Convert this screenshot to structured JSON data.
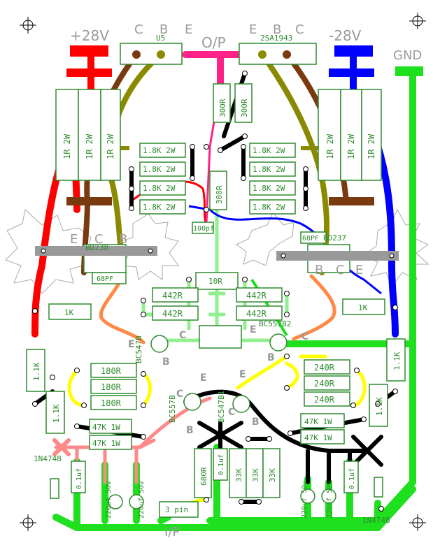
{
  "supply": {
    "pos_label": "+28V",
    "neg_label": "-28V",
    "gnd_label": "GND",
    "output_label": "O/P",
    "input_label": "I/P"
  },
  "transistors": {
    "u5": "U5",
    "u5_pins": [
      "C",
      "B",
      "E"
    ],
    "q_2sa1943": "2SA1943",
    "q_2sa1943_pins": [
      "E",
      "B",
      "C"
    ],
    "bd238": "BD238",
    "bd238_pins": [
      "E",
      "C",
      "B"
    ],
    "bd237": "BD237",
    "bd237_pins": [
      "B",
      "C",
      "E"
    ],
    "bc547b_left": "BC547B",
    "bc557b2": "BC557B2",
    "bc557b": "BC557B",
    "bc547b1": "BC547B1",
    "pin_c": "C",
    "pin_b": "B",
    "pin_e": "E"
  },
  "resistors": {
    "r1r_2w": "1R  2W",
    "r1k8_2w": "1.8K  2W",
    "r300": "300R",
    "r10": "10R",
    "r442": "442R",
    "r1k": "1K",
    "r1k1": "1.1K",
    "r180": "180R",
    "r240": "240R",
    "r47k_1w": "47K  1W",
    "r680": "680R",
    "r33k": "33K"
  },
  "capacitors": {
    "c100pf": "100pf",
    "c68pf": "68PF",
    "c3pin": "3 pin",
    "c01uf": "0.1uf",
    "c220uf_50v": "220uf 50v"
  },
  "diodes": {
    "d_1n4748": "1N4748"
  },
  "colors": {
    "pos_rail": "#ff0000",
    "neg_rail": "#0000ff",
    "gnd": "#1ee01e",
    "output": "#ff2288",
    "brown": "#7a3a10",
    "olive": "#8a8a00",
    "component": "#2e8b2e"
  }
}
